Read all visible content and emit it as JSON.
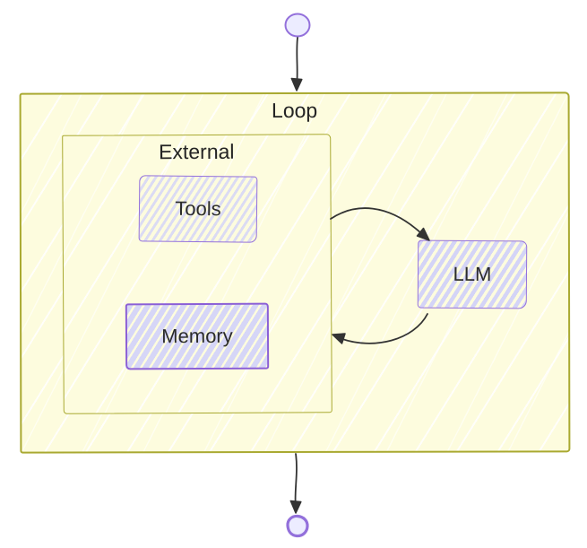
{
  "clusters": {
    "loop": {
      "label": "Loop"
    },
    "external": {
      "label": "External"
    }
  },
  "nodes": {
    "tools": {
      "label": "Tools"
    },
    "memory": {
      "label": "Memory"
    },
    "llm": {
      "label": "LLM"
    }
  },
  "terminals": {
    "start": "start-state",
    "end": "end-state"
  },
  "edges": [
    {
      "from": "start",
      "to": "Loop"
    },
    {
      "from": "External",
      "to": "LLM"
    },
    {
      "from": "LLM",
      "to": "External"
    },
    {
      "from": "Loop",
      "to": "end"
    }
  ],
  "colors": {
    "cluster_fill": "#fdfcde",
    "cluster_border": "#a9a931",
    "node_fill": "#ececff",
    "node_stripe": "#d6d6f7",
    "node_border": "#9370db",
    "edge": "#333333",
    "text": "#2a2a2a",
    "background": "#ffffff"
  }
}
